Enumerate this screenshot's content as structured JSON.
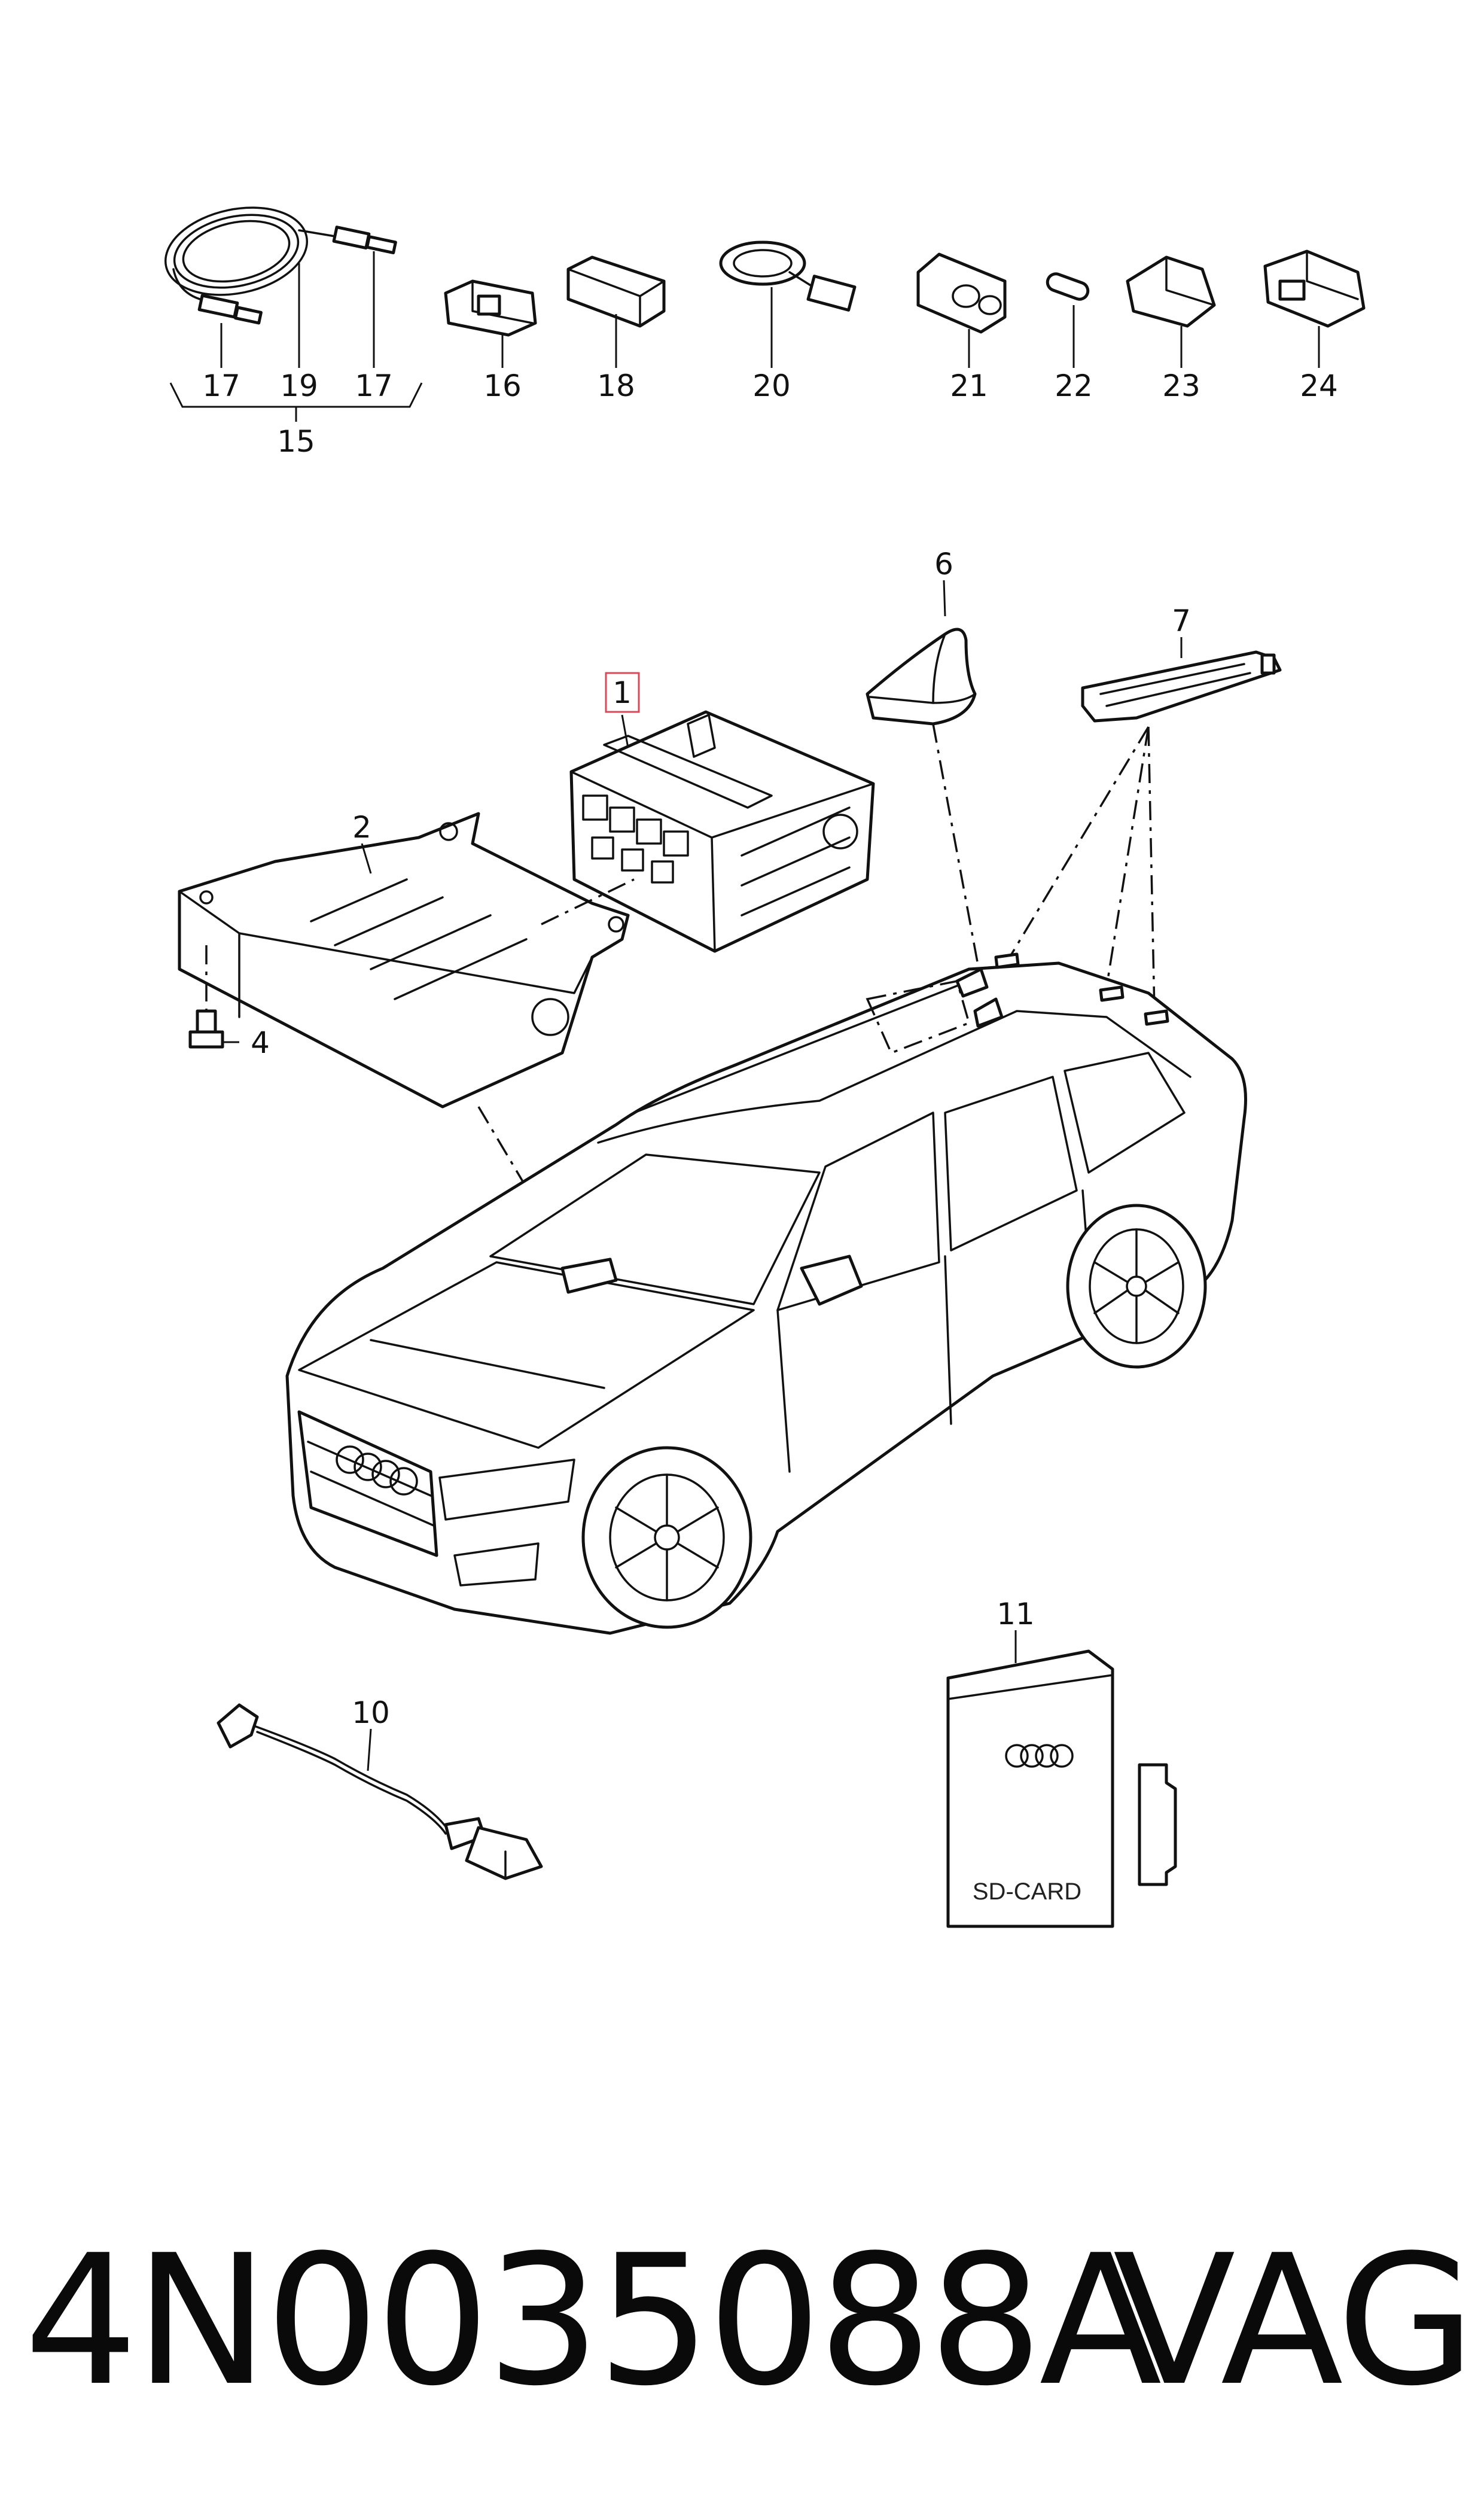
{
  "labels": {
    "n1": "1",
    "n2": "2",
    "n4": "4",
    "n6": "6",
    "n7": "7",
    "n10": "10",
    "n11": "11",
    "n15": "15",
    "n16": "16",
    "n17": "17",
    "n19": "19",
    "n18": "18",
    "n20": "20",
    "n21": "21",
    "n22": "22",
    "n23": "23",
    "n24": "24"
  },
  "sd_card_text": "SD-CARD",
  "footer": {
    "part_number": "4N0035088A",
    "brand": "VAG"
  },
  "colors": {
    "highlight": "#d64a5a",
    "line": "#111111"
  }
}
